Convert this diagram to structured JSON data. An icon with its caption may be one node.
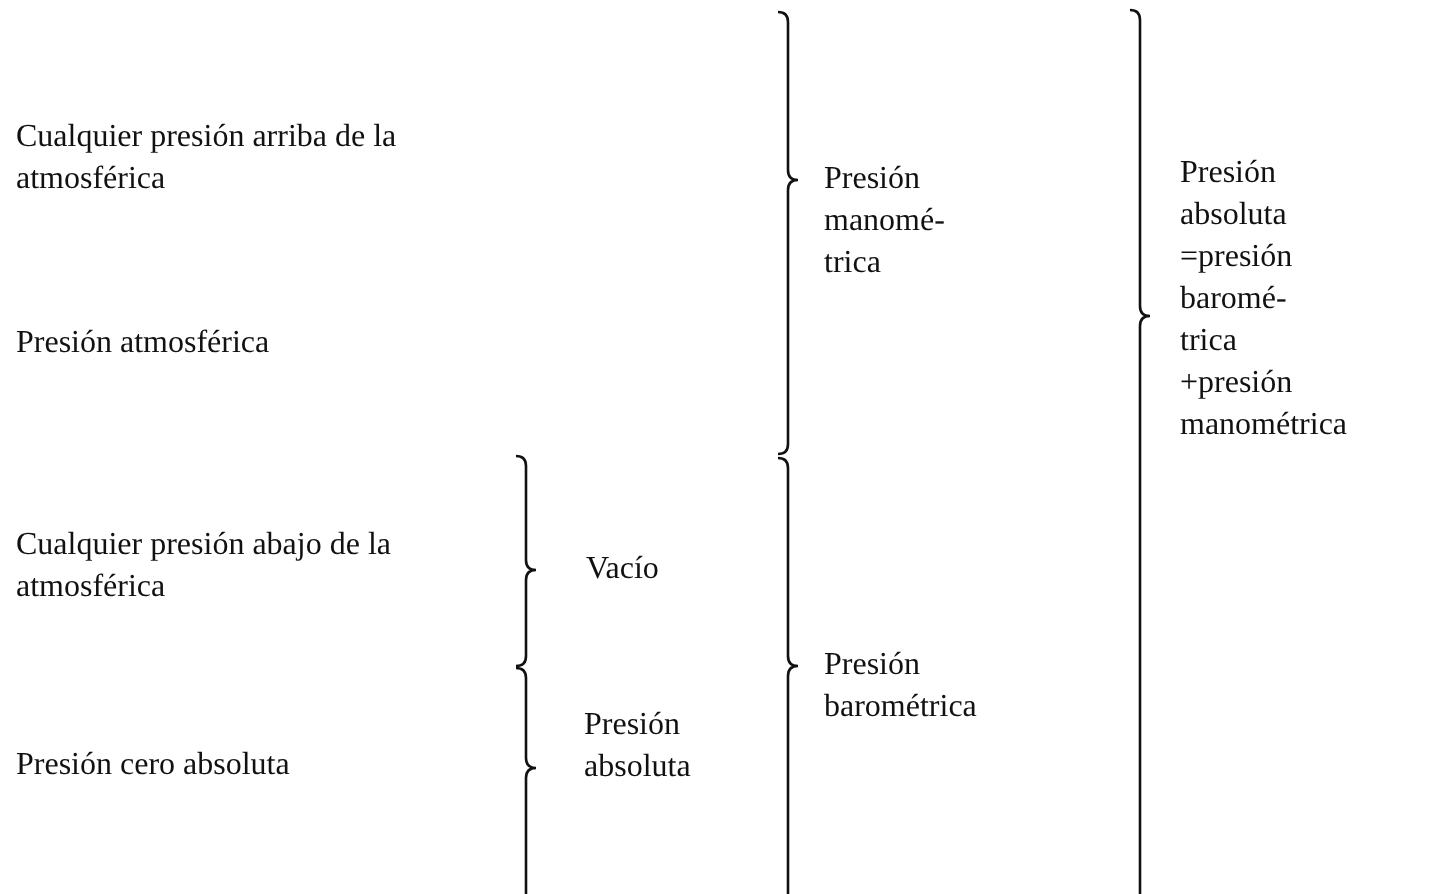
{
  "diagram": {
    "labels": [
      "Cualquier presión arriba de la atmosférica",
      "Presión manomé- trica",
      "Presión atmosférica",
      "Presión absoluta =presión baromé- trica +presión manométrica",
      "Cualquier presión abajo de la atmosférica",
      "Vacío",
      "Presión barométrica",
      "Presión cero absoluta",
      "Presión absoluta"
    ]
  }
}
